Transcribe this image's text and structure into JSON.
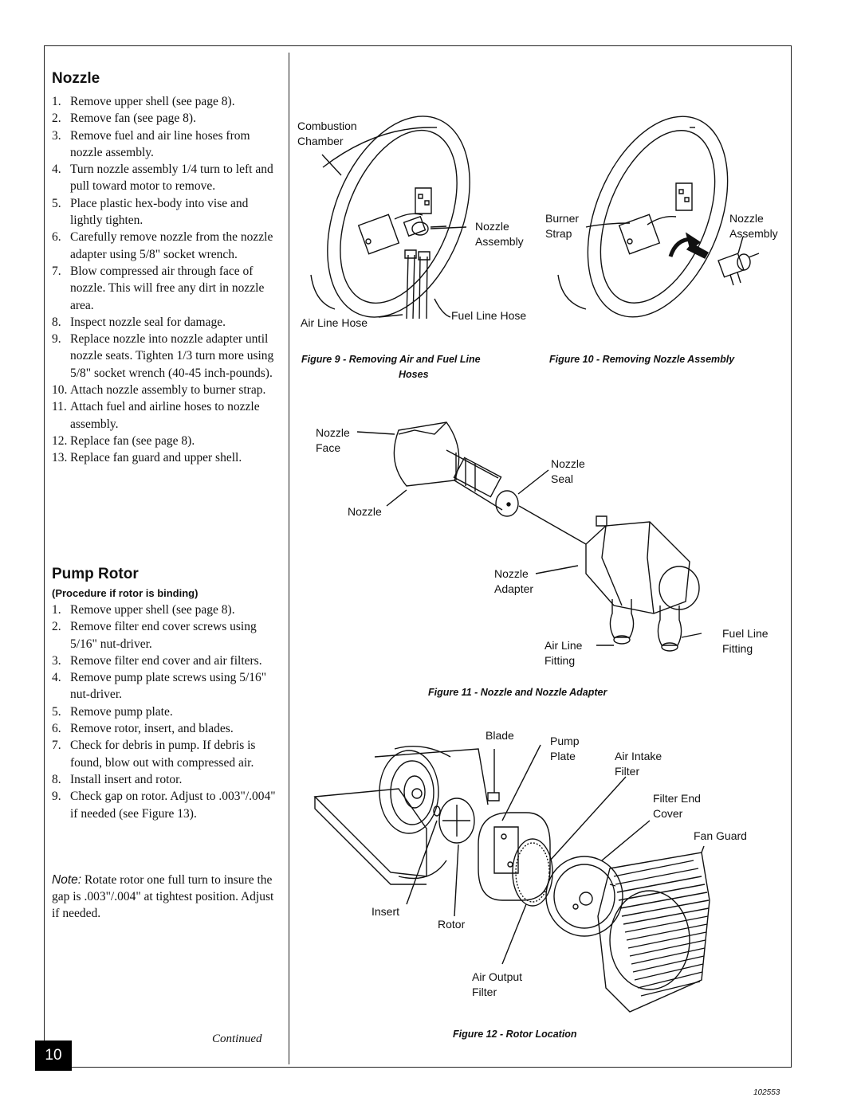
{
  "nozzle_section": {
    "heading": "Nozzle",
    "steps": [
      {
        "n": "1.",
        "text": "Remove upper shell (see page 8)."
      },
      {
        "n": "2.",
        "text": "Remove fan (see page 8)."
      },
      {
        "n": "3.",
        "text": "Remove fuel and air line hoses from nozzle assembly."
      },
      {
        "n": "4.",
        "text": "Turn nozzle assembly 1/4 turn to left and pull toward motor to remove."
      },
      {
        "n": "5.",
        "text": "Place plastic hex-body into vise and lightly tighten."
      },
      {
        "n": "6.",
        "text": "Carefully remove nozzle from the nozzle adapter using 5/8\" socket wrench."
      },
      {
        "n": "7.",
        "text": "Blow compressed air through face of nozzle. This will free any dirt in nozzle area."
      },
      {
        "n": "8.",
        "text": "Inspect nozzle seal for damage."
      },
      {
        "n": "9.",
        "text": "Replace nozzle into nozzle adapter until nozzle seats. Tighten 1/3 turn more using 5/8\" socket wrench (40-45 inch-pounds)."
      },
      {
        "n": "10.",
        "text": "Attach nozzle assembly to burner strap."
      },
      {
        "n": "11.",
        "text": "Attach fuel and airline hoses to nozzle assembly."
      },
      {
        "n": "12.",
        "text": "Replace fan (see page 8)."
      },
      {
        "n": "13.",
        "text": "Replace fan guard and upper shell."
      }
    ]
  },
  "pump_section": {
    "heading": "Pump Rotor",
    "subheading": "(Procedure if rotor is binding)",
    "steps": [
      {
        "n": "1.",
        "text": "Remove upper shell (see page 8)."
      },
      {
        "n": "2.",
        "text": "Remove filter end cover screws using 5/16\" nut-driver."
      },
      {
        "n": "3.",
        "text": "Remove filter end cover and air filters."
      },
      {
        "n": "4.",
        "text": "Remove pump plate screws using 5/16\" nut-driver."
      },
      {
        "n": "5.",
        "text": "Remove pump plate."
      },
      {
        "n": "6.",
        "text": "Remove rotor, insert, and blades."
      },
      {
        "n": "7.",
        "text": "Check for debris in pump. If debris is found, blow out with compressed air."
      },
      {
        "n": "8.",
        "text": "Install insert and rotor."
      },
      {
        "n": "9.",
        "text": "Check gap on rotor. Adjust to .003\"/.004\" if needed (see Figure 13)."
      }
    ],
    "note_label": "Note:",
    "note_text": " Rotate rotor one full turn to insure the gap is .003\"/.004\" at tightest position. Adjust if needed."
  },
  "continued": "Continued",
  "page_number": "10",
  "doc_number": "102553",
  "figures": {
    "fig9": {
      "caption_line1": "Figure 9 - Removing Air and Fuel Line",
      "caption_line2": "Hoses",
      "labels": {
        "combustion_chamber": "Combustion\nChamber",
        "nozzle_assembly": "Nozzle\nAssembly",
        "air_line_hose": "Air Line Hose",
        "fuel_line_hose": "Fuel Line Hose"
      }
    },
    "fig10": {
      "caption": "Figure 10 - Removing Nozzle Assembly",
      "labels": {
        "burner_strap": "Burner\nStrap",
        "nozzle_assembly": "Nozzle\nAssembly"
      }
    },
    "fig11": {
      "caption": "Figure 11 - Nozzle and Nozzle Adapter",
      "labels": {
        "nozzle_face": "Nozzle\nFace",
        "nozzle_seal": "Nozzle\nSeal",
        "nozzle": "Nozzle",
        "nozzle_adapter": "Nozzle\nAdapter",
        "air_line_fitting": "Air Line\nFitting",
        "fuel_line_fitting": "Fuel Line\nFitting"
      }
    },
    "fig12": {
      "caption": "Figure 12 - Rotor Location",
      "labels": {
        "blade": "Blade",
        "pump_plate": "Pump\nPlate",
        "air_intake_filter": "Air Intake\nFilter",
        "filter_end_cover": "Filter End\nCover",
        "fan_guard": "Fan Guard",
        "insert": "Insert",
        "rotor": "Rotor",
        "air_output_filter": "Air Output\nFilter"
      }
    }
  }
}
